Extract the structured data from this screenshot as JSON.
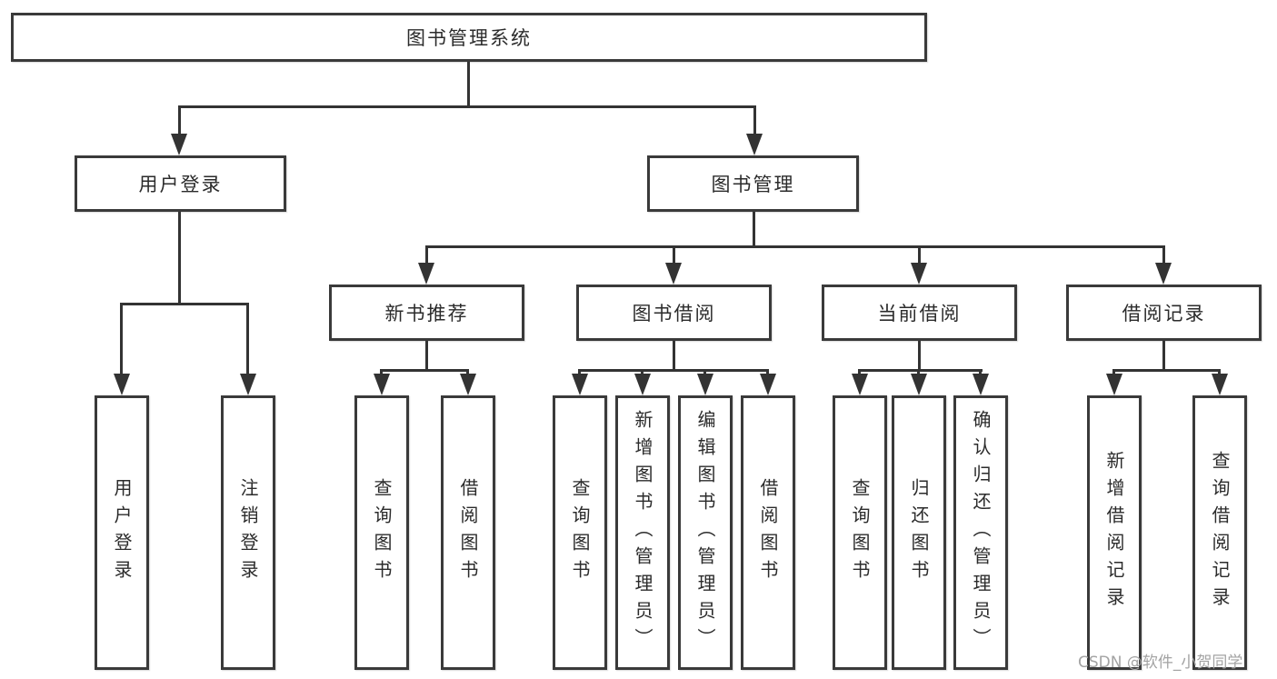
{
  "root": {
    "label": "图书管理系统"
  },
  "branches": {
    "user_login": {
      "label": "用户登录",
      "children": {
        "login": "用户登录",
        "logout": "注销登录"
      }
    },
    "book_mgmt": {
      "label": "图书管理",
      "sections": {
        "new_books": {
          "label": "新书推荐",
          "children": {
            "query_books": "查询图书",
            "borrow_books": "借阅图书"
          }
        },
        "book_borrow": {
          "label": "图书借阅",
          "children": {
            "query_books": "查询图书",
            "add_books": "新增图书（管理员）",
            "edit_books": "编辑图书（管理员）",
            "borrow_books": "借阅图书"
          }
        },
        "current_borrow": {
          "label": "当前借阅",
          "children": {
            "query_books": "查询图书",
            "return_books": "归还图书",
            "confirm_return": "确认归还（管理员）"
          }
        },
        "borrow_records": {
          "label": "借阅记录",
          "children": {
            "add_record": "新增借阅记录",
            "query_record": "查询借阅记录"
          }
        }
      }
    }
  },
  "watermark": "CSDN @软件_小贺同学",
  "colors": {
    "line": "#333333",
    "box_border": "#3a3a3a",
    "text": "#2b2b2b",
    "watermark": "#a3a3a3",
    "background": "#ffffff"
  }
}
